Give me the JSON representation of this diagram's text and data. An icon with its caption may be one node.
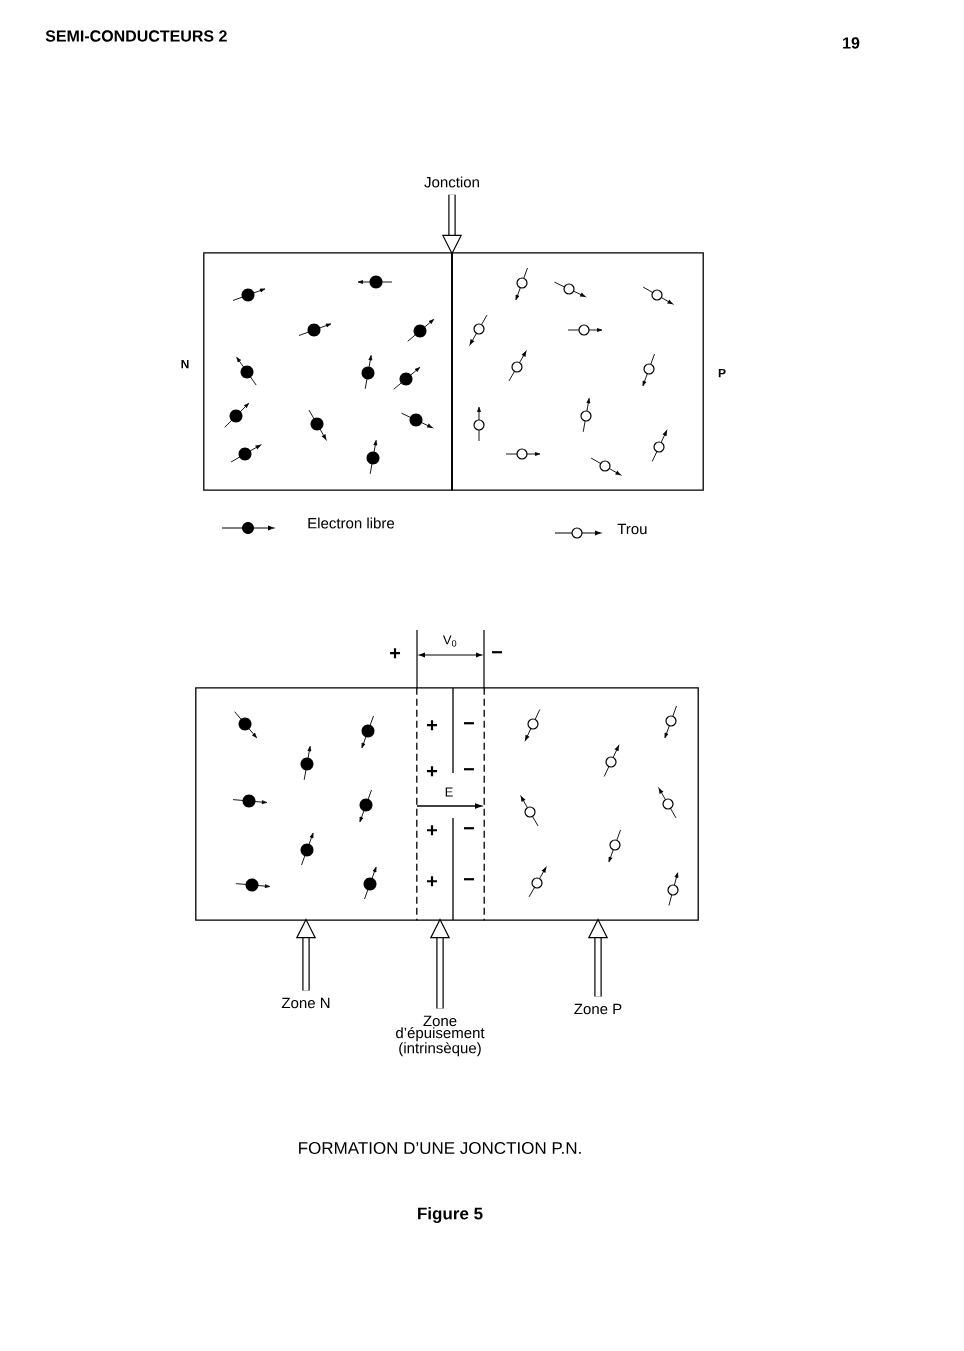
{
  "diagram": {
    "caption": "FORMATION D’UNE JONCTION P.N.",
    "nodes": [
      {
        "text": [
          "Jonction"
        ]
      },
      {
        "text": [],
        "shape": "box",
        "beside": [
          "N"
        ]
      },
      {
        "text": [],
        "shape": "box",
        "beside": [
          "P"
        ]
      },
      {
        "text": [],
        "shape": "box"
      },
      {
        "text": [],
        "shape": "box"
      },
      {
        "text": [],
        "shape": "box"
      },
      {
        "text": [
          "Zone N"
        ]
      },
      {
        "text": [
          "Zone d’épuisement (intrinsèque)"
        ]
      },
      {
        "text": [
          "Zone P"
        ]
      }
    ],
    "edges": [
      {
        "from": 0,
        "to": 1,
        "arrow": "to"
      },
      {
        "from": 6,
        "to": 3,
        "arrow": "to"
      },
      {
        "from": 7,
        "to": 4,
        "arrow": "to"
      },
      {
        "from": 8,
        "to": 5,
        "arrow": "to"
      }
    ],
    "labels": [
      "SEMI-CONDUCTEURS 2",
      "19",
      "+",
      "V$_{0}$",
      "−",
      "+",
      "−",
      "+",
      "−",
      "E",
      "+",
      "−",
      "+",
      "−",
      "Figure 5"
    ],
    "legend": [
      {
        "text": "Electron libre"
      },
      {
        "text": "Trou"
      }
    ]
  }
}
